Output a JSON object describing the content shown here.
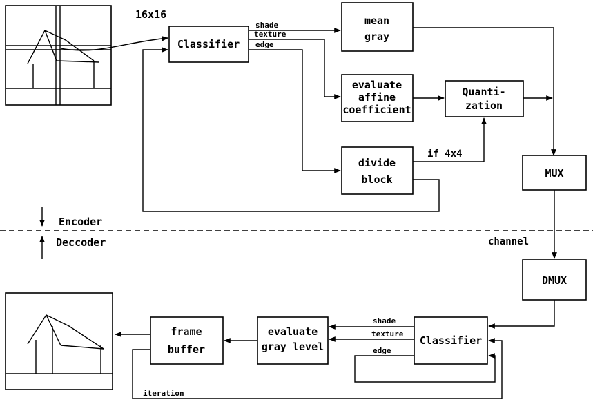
{
  "diagram": {
    "encoder_input": {
      "block_size": "16x16"
    },
    "encoder": {
      "classifier": "Classifier",
      "mean_gray": [
        "mean",
        "gray"
      ],
      "evaluate_affine": [
        "evaluate",
        "affine",
        "coefficient"
      ],
      "quantization": [
        "Quanti-",
        "zation"
      ],
      "divide_block": [
        "divide",
        "block"
      ],
      "mux": "MUX",
      "edges": {
        "shade": "shade",
        "texture": "texture",
        "edge": "edge",
        "if_4x4": "if  4x4"
      }
    },
    "divider": {
      "encoder": "Encoder",
      "decoder": "Deccoder",
      "channel": "channel"
    },
    "decoder": {
      "dmux": "DMUX",
      "classifier": "Classifier",
      "evaluate_gray": [
        "evaluate",
        "gray level"
      ],
      "frame_buffer": [
        "frame",
        "buffer"
      ],
      "edges": {
        "shade": "shade",
        "texture": "texture",
        "edge": "edge",
        "iteration": "iteration"
      }
    }
  }
}
